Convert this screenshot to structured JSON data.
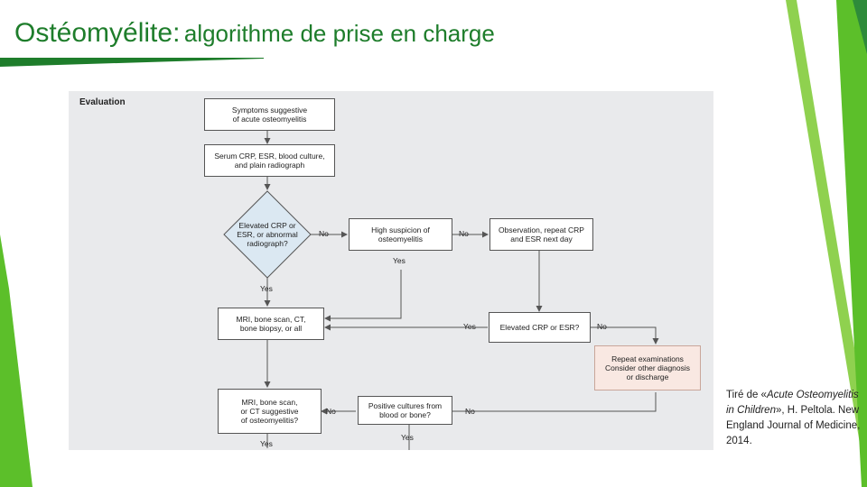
{
  "slide": {
    "title_main": "Ostéomyélite:",
    "title_sub": "algorithme de prise en charge",
    "accent_color": "#1e7d2b",
    "accent_light": "#5cbf2a"
  },
  "diagram": {
    "section_label": "Evaluation",
    "nodes": {
      "symptoms": "Symptoms suggestive\nof acute osteomyelitis",
      "labs": "Serum CRP, ESR, blood culture,\nand plain radiograph",
      "decision1": "Elevated CRP or\nESR, or abnormal\nradiograph?",
      "high_suspicion": "High suspicion of\nosteomyelitis",
      "observation": "Observation, repeat CRP\nand ESR next day",
      "imaging": "MRI, bone scan, CT,\nbone biopsy, or all",
      "elevated": "Elevated CRP or ESR?",
      "repeat": "Repeat examinations\nConsider other diagnosis\nor discharge",
      "imaging_suggestive": "MRI, bone scan,\nor CT suggestive\nof osteomyelitis?",
      "cultures": "Positive cultures from\nblood or bone?"
    },
    "edge_labels": {
      "d1_no": "No",
      "hs_no": "No",
      "hs_yes": "Yes",
      "d1_yes": "Yes",
      "elev_yes": "Yes",
      "elev_no": "No",
      "is_no": "No",
      "is_yes": "Yes",
      "cult_no": "No",
      "cult_yes": "Yes"
    }
  },
  "citation": {
    "prefix": "Tiré de «",
    "work": "Acute Osteomyelitis in Children",
    "suffix": "», H. Peltola. New England Journal of Medicine, 2014."
  }
}
